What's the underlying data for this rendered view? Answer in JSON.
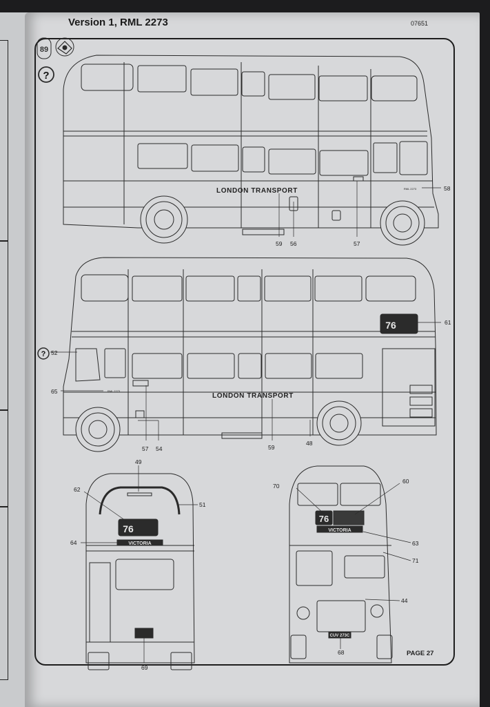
{
  "title": "Version 1, RML 2273",
  "code": "07651",
  "page": "PAGE 27",
  "side_a": {
    "fleet": "LONDON TRANSPORT",
    "reg": "RML 2273",
    "callouts": [
      "58",
      "59",
      "56",
      "57"
    ]
  },
  "side_b": {
    "fleet": "LONDON TRANSPORT",
    "route": "76",
    "reg": "RML 2273",
    "callouts": [
      "61",
      "52",
      "65",
      "57",
      "54",
      "59",
      "48"
    ]
  },
  "rear": {
    "route": "76",
    "destination": "VICTORIA",
    "callouts": [
      "49",
      "62",
      "51",
      "64",
      "69"
    ]
  },
  "front": {
    "route": "76",
    "destination": "VICTORIA",
    "plate": "CUV 273C",
    "callouts": [
      "70",
      "60",
      "63",
      "71",
      "44",
      "68"
    ]
  }
}
